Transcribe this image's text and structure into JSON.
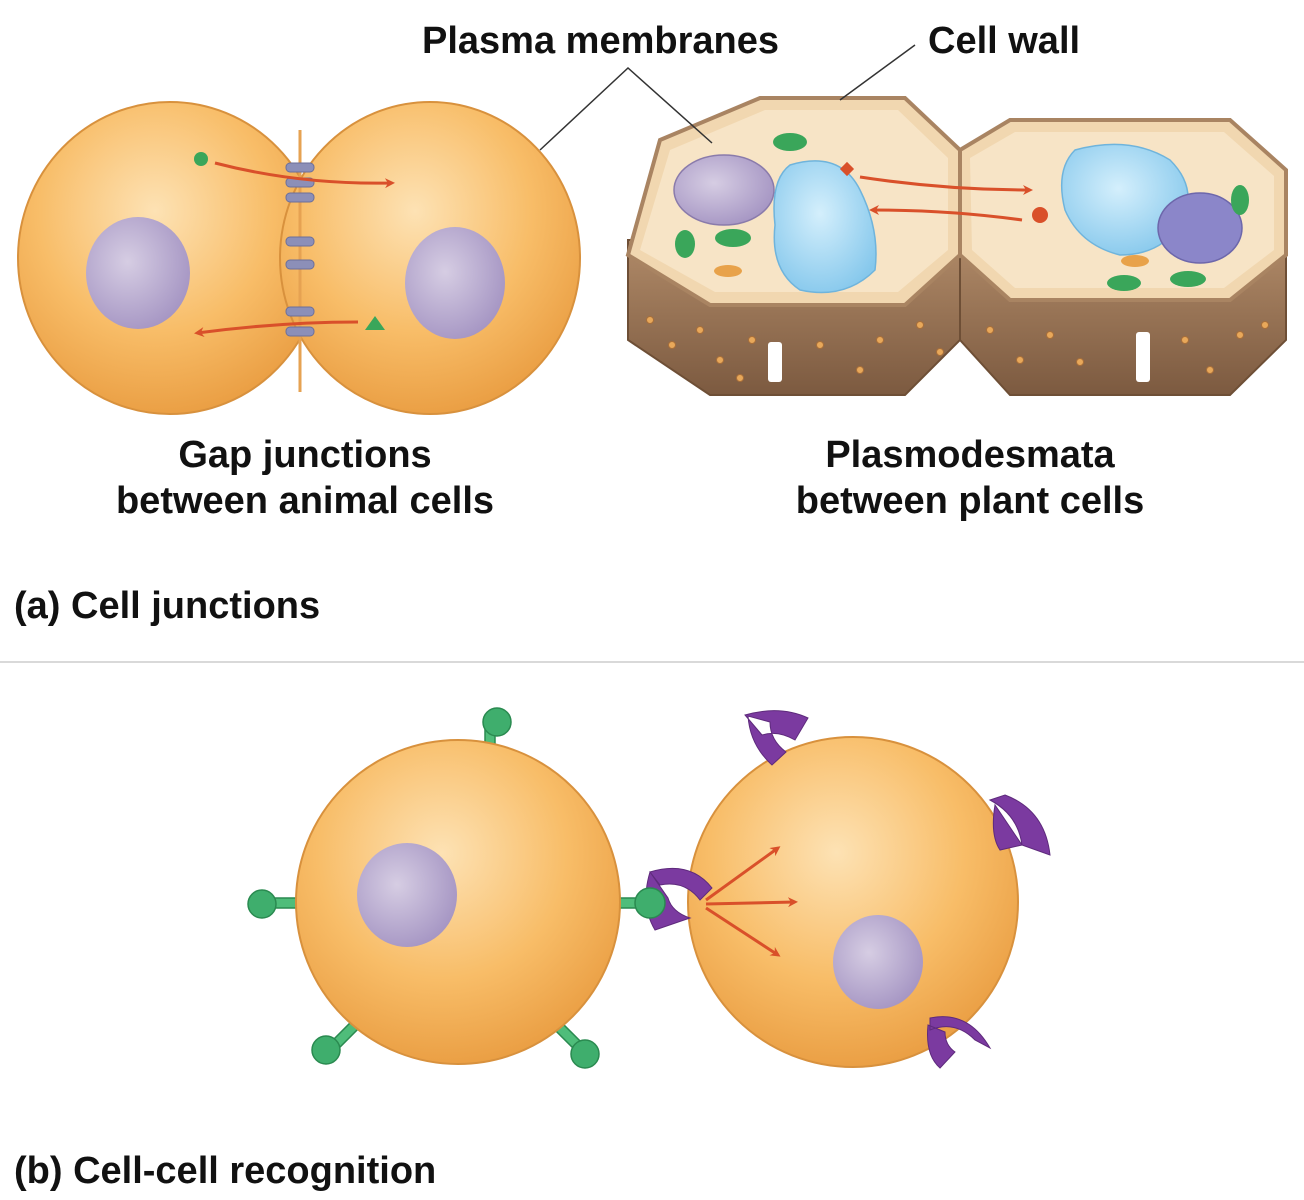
{
  "labels": {
    "plasma_membranes": "Plasma membranes",
    "cell_wall": "Cell wall",
    "gap_junctions_line1": "Gap junctions",
    "gap_junctions_line2": "between animal cells",
    "plasmodesmata_line1": "Plasmodesmata",
    "plasmodesmata_line2": "between plant cells"
  },
  "panels": {
    "a_title": "(a) Cell junctions",
    "b_title": "(b) Cell-cell recognition"
  },
  "colors": {
    "animal_cell": "#f7b860",
    "nucleus": "#b9a9cf",
    "junction": "#8c8fb8",
    "arrow": "#d9502a",
    "vacuole": "#9fd6f2",
    "chloroplast": "#3aa65a",
    "cell_wall": "#9b7a5c",
    "glycoprotein": "#3fae6d",
    "receptor": "#7b3aa0"
  }
}
